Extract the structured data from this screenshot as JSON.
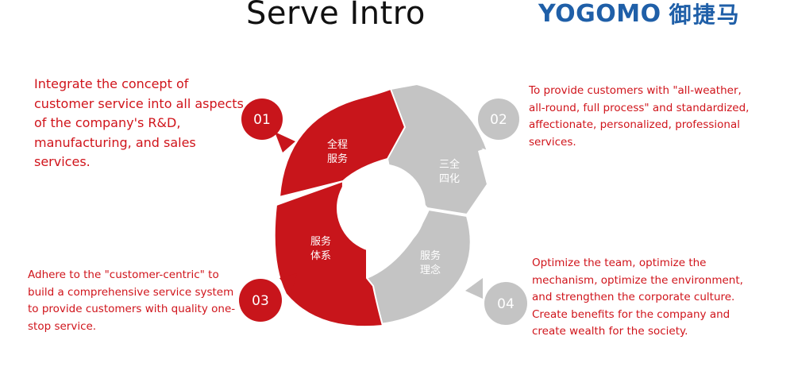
{
  "title": "Serve Intro",
  "logo": {
    "text_en": "YOGOMO",
    "text_cn": "御捷马"
  },
  "colors": {
    "red": "#c8151b",
    "gray": "#c4c4c4",
    "text_red": "#d0141b",
    "logo_blue": "#1f5fa8"
  },
  "cycle": {
    "segments": [
      {
        "label_line1": "全程",
        "label_line2": "服务",
        "color": "#c8151b"
      },
      {
        "label_line1": "三全",
        "label_line2": "四化",
        "color": "#c4c4c4"
      },
      {
        "label_line1": "服务",
        "label_line2": "理念",
        "color": "#c4c4c4"
      },
      {
        "label_line1": "服务",
        "label_line2": "体系",
        "color": "#c8151b"
      }
    ]
  },
  "steps": [
    {
      "number": "01",
      "color": "#c8151b",
      "text": "Integrate the concept of customer service into all aspects of the company's R&D, manufacturing, and sales services."
    },
    {
      "number": "02",
      "color": "#c4c4c4",
      "text": "To provide customers with \"all-weather, all-round, full process\" and standardized, affectionate, personalized, professional services."
    },
    {
      "number": "03",
      "color": "#c8151b",
      "text": "Adhere to the \"customer-centric\" to build a comprehensive service system to provide customers with quality one-stop service."
    },
    {
      "number": "04",
      "color": "#c4c4c4",
      "text": "Optimize the team, optimize the mechanism, optimize the environment, and strengthen the corporate culture. Create benefits for the company and create wealth for the society."
    }
  ]
}
